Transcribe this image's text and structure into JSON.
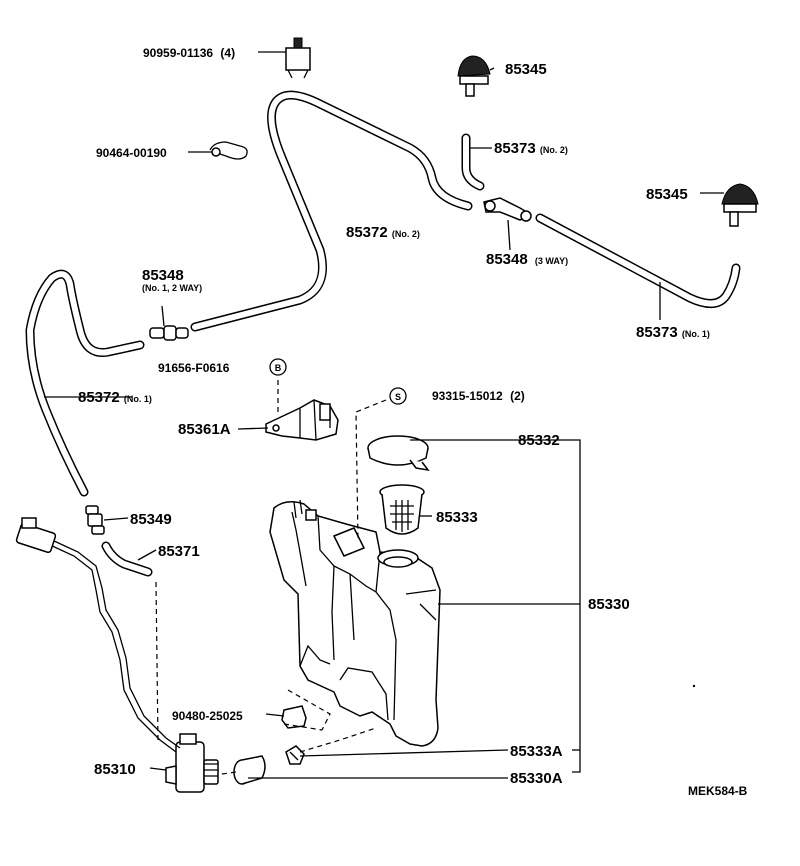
{
  "parts": {
    "p90959": {
      "number": "90959-01136",
      "qty": "(4)"
    },
    "p85345_top": {
      "number": "85345"
    },
    "p85345_right": {
      "number": "85345"
    },
    "p90464": {
      "number": "90464-00190"
    },
    "p85373_no2": {
      "number": "85373",
      "note": "(No. 2)"
    },
    "p85372_no2": {
      "number": "85372",
      "note": "(No. 2)"
    },
    "p85348_3way": {
      "number": "85348",
      "note": "(3 WAY)"
    },
    "p85348_2way": {
      "number": "85348",
      "note": "(No. 1, 2 WAY)"
    },
    "p85373_no1": {
      "number": "85373",
      "note": "(No. 1)"
    },
    "p91656": {
      "number": "91656-F0616",
      "callout": "B"
    },
    "p85372_no1": {
      "number": "85372",
      "note": "(No. 1)"
    },
    "p93315": {
      "number": "93315-15012",
      "qty": "(2)",
      "callout": "S"
    },
    "p85361A": {
      "number": "85361A"
    },
    "p85332": {
      "number": "85332"
    },
    "p85333": {
      "number": "85333"
    },
    "p85349": {
      "number": "85349"
    },
    "p85371": {
      "number": "85371"
    },
    "p85330": {
      "number": "85330"
    },
    "p90480": {
      "number": "90480-25025"
    },
    "p85310": {
      "number": "85310"
    },
    "p85333A": {
      "number": "85333A"
    },
    "p85330A": {
      "number": "85330A"
    }
  },
  "figure_code": "MEK584-B"
}
